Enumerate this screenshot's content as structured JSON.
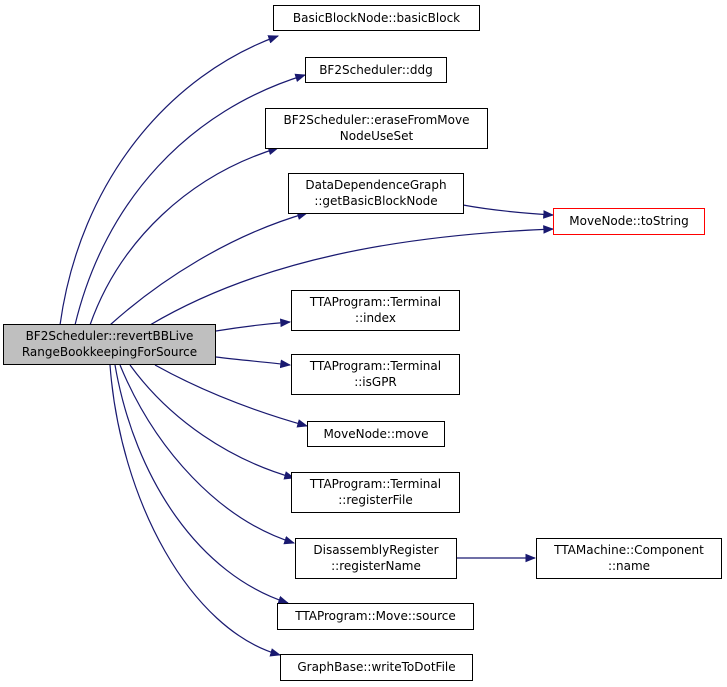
{
  "colors": {
    "edge": "#191970",
    "root_fill": "#bfbfbf",
    "node_border": "#000000",
    "highlight_border": "#ff0000"
  },
  "nodes": {
    "root": [
      "BF2Scheduler::revertBBLive",
      "RangeBookkeepingForSource"
    ],
    "basic_block": [
      "BasicBlockNode::basicBlock"
    ],
    "ddg": [
      "BF2Scheduler::ddg"
    ],
    "erase_from_move": [
      "BF2Scheduler::eraseFromMove",
      "NodeUseSet"
    ],
    "get_basic_block_node": [
      "DataDependenceGraph",
      "::getBasicBlockNode"
    ],
    "move_node_to_string": [
      "MoveNode::toString"
    ],
    "terminal_index": [
      "TTAProgram::Terminal",
      "::index"
    ],
    "terminal_is_gpr": [
      "TTAProgram::Terminal",
      "::isGPR"
    ],
    "move_node_move": [
      "MoveNode::move"
    ],
    "terminal_register_file": [
      "TTAProgram::Terminal",
      "::registerFile"
    ],
    "disassembly_register_name": [
      "DisassemblyRegister",
      "::registerName"
    ],
    "component_name": [
      "TTAMachine::Component",
      "::name"
    ],
    "move_source": [
      "TTAProgram::Move::source"
    ],
    "write_to_dot_file": [
      "GraphBase::writeToDotFile"
    ]
  }
}
